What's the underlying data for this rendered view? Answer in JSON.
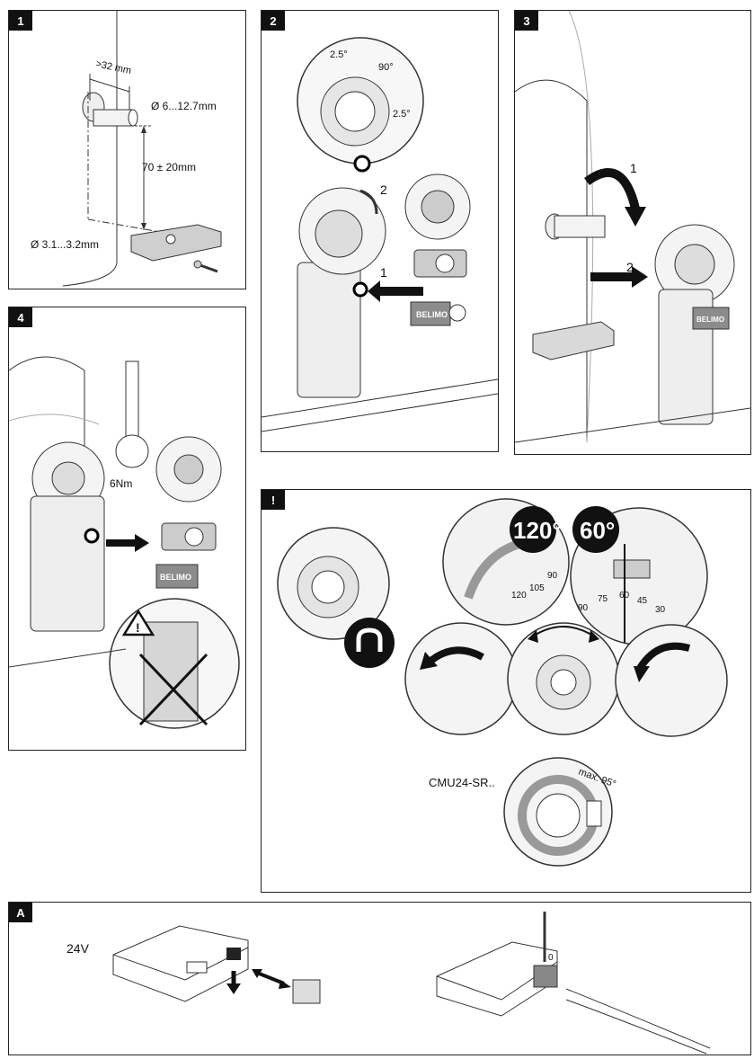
{
  "panels": {
    "p1": {
      "badge": "1",
      "min_distance": ">32 mm",
      "shaft_diameter": "Ø 6...12.7mm",
      "height": "70 ± 20mm",
      "hole_diameter": "Ø 3.1...3.2mm"
    },
    "p2": {
      "badge": "2",
      "angle_small_top": "2.5°",
      "angle_90": "90°",
      "angle_small_right": "2.5°",
      "step_rotate": "2",
      "step_push": "1"
    },
    "p3": {
      "badge": "3",
      "step_1": "1",
      "step_2": "2"
    },
    "p4": {
      "badge": "4",
      "torque": "6Nm",
      "warning_symbol": "!"
    },
    "pex": {
      "badge": "!",
      "angle_120": "120°",
      "angle_60": "60°",
      "dial_120": [
        "120",
        "105",
        "90"
      ],
      "dial_60": [
        "90",
        "75",
        "60",
        "45",
        "30"
      ],
      "model": "CMU24-SR..",
      "max_label": "max. 95°"
    },
    "pa": {
      "badge": "A",
      "voltage": "24V",
      "screw_mark": "0"
    }
  },
  "brand": "BELIMO",
  "colors": {
    "ink": "#111111",
    "grey": "#9a9a9a",
    "light_grey": "#d8d8d8",
    "badge_bg": "#111111"
  }
}
